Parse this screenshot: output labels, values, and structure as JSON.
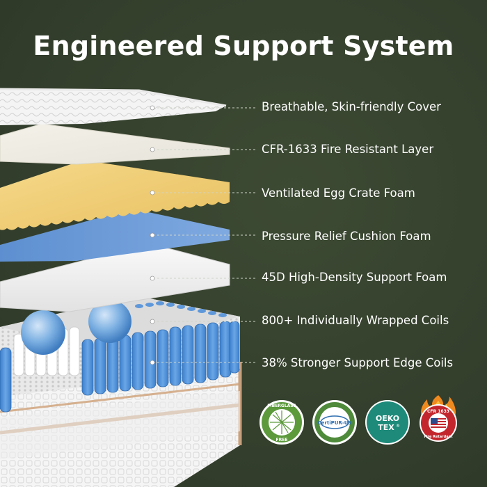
{
  "title": "Engineered Support System",
  "layers": [
    {
      "label": "Breathable, Skin-friendly Cover"
    },
    {
      "label": "CFR-1633 Fire Resistant Layer"
    },
    {
      "label": "Ventilated Egg Crate Foam"
    },
    {
      "label": "Pressure Relief Cushion Foam"
    },
    {
      "label": "45D High-Density Support Foam"
    },
    {
      "label": "800+ Individually Wrapped Coils"
    },
    {
      "label": "38% Stronger Support Edge Coils"
    }
  ],
  "certifications": [
    {
      "text_top": "FIBERGLASS",
      "text_bottom": "FREE",
      "color": "#5c9a3c"
    },
    {
      "text": "CertiPUR-US",
      "color": "#4e8a3a"
    },
    {
      "text_top": "OEKO",
      "text_bottom": "TEX",
      "mark": "®",
      "color": "#1e8a7a"
    },
    {
      "text_top": "CFR 1633",
      "text_bottom": "Fire Retardant",
      "color": "#c3272d"
    }
  ],
  "colors": {
    "background": "#34402c",
    "egg_crate": "#f2cf74",
    "cushion_foam": "#6e9ed8",
    "coil_blue": "#4f8fd6",
    "trim": "#c9a07c"
  }
}
